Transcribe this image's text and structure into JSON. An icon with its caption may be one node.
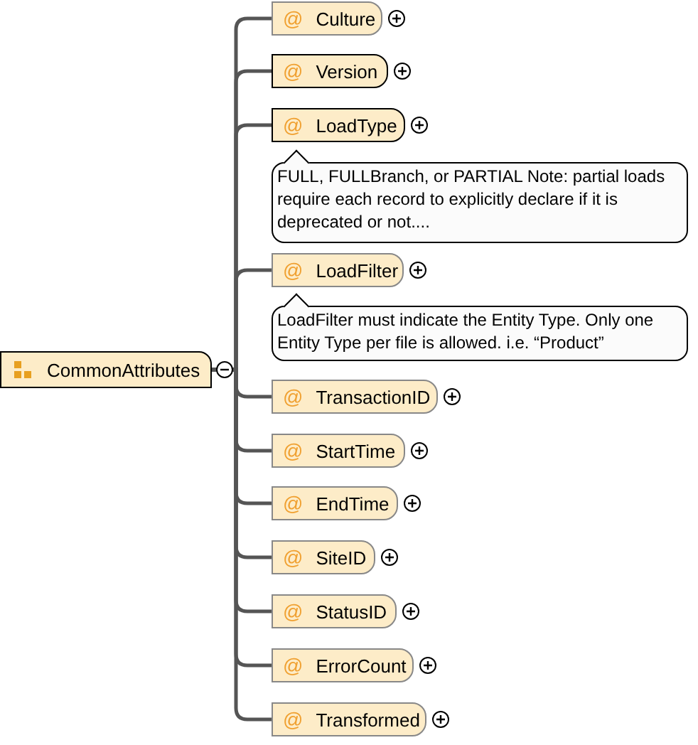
{
  "diagram": {
    "nodes": [
      {
        "text": [
          "CommonAttributes"
        ]
      },
      {
        "text": [
          "@",
          "Culture"
        ]
      },
      {
        "text": [
          "@",
          "Version"
        ]
      },
      {
        "text": [
          "@",
          "LoadType"
        ]
      },
      {
        "text": [
          "FULL, FULLBranch, or PARTIAL Note: partial loads require each record to explicitly declare if it is deprecated or not...."
        ]
      },
      {
        "text": [
          "@",
          "LoadFilter"
        ]
      },
      {
        "text": [
          "LoadFilter must indicate the Entity Type. Only one Entity Type per file is allowed. i.e. “Product”"
        ]
      },
      {
        "text": [
          "@",
          "TransactionID"
        ]
      },
      {
        "text": [
          "@",
          "StartTime"
        ]
      },
      {
        "text": [
          "@",
          "EndTime"
        ]
      },
      {
        "text": [
          "@",
          "SiteID"
        ]
      },
      {
        "text": [
          "@",
          "StatusID"
        ]
      },
      {
        "text": [
          "@",
          "ErrorCount"
        ]
      },
      {
        "text": [
          "@",
          "Transformed"
        ]
      }
    ],
    "edges": [
      {
        "from": 0,
        "to": 1,
        "arrow": "none"
      },
      {
        "from": 0,
        "to": 2,
        "arrow": "none"
      },
      {
        "from": 0,
        "to": 3,
        "arrow": "none"
      },
      {
        "from": 0,
        "to": 5,
        "arrow": "none"
      },
      {
        "from": 0,
        "to": 7,
        "arrow": "none"
      },
      {
        "from": 0,
        "to": 8,
        "arrow": "none"
      },
      {
        "from": 0,
        "to": 9,
        "arrow": "none"
      },
      {
        "from": 0,
        "to": 10,
        "arrow": "none"
      },
      {
        "from": 0,
        "to": 11,
        "arrow": "none"
      },
      {
        "from": 0,
        "to": 12,
        "arrow": "none"
      },
      {
        "from": 0,
        "to": 13,
        "arrow": "none"
      }
    ]
  }
}
